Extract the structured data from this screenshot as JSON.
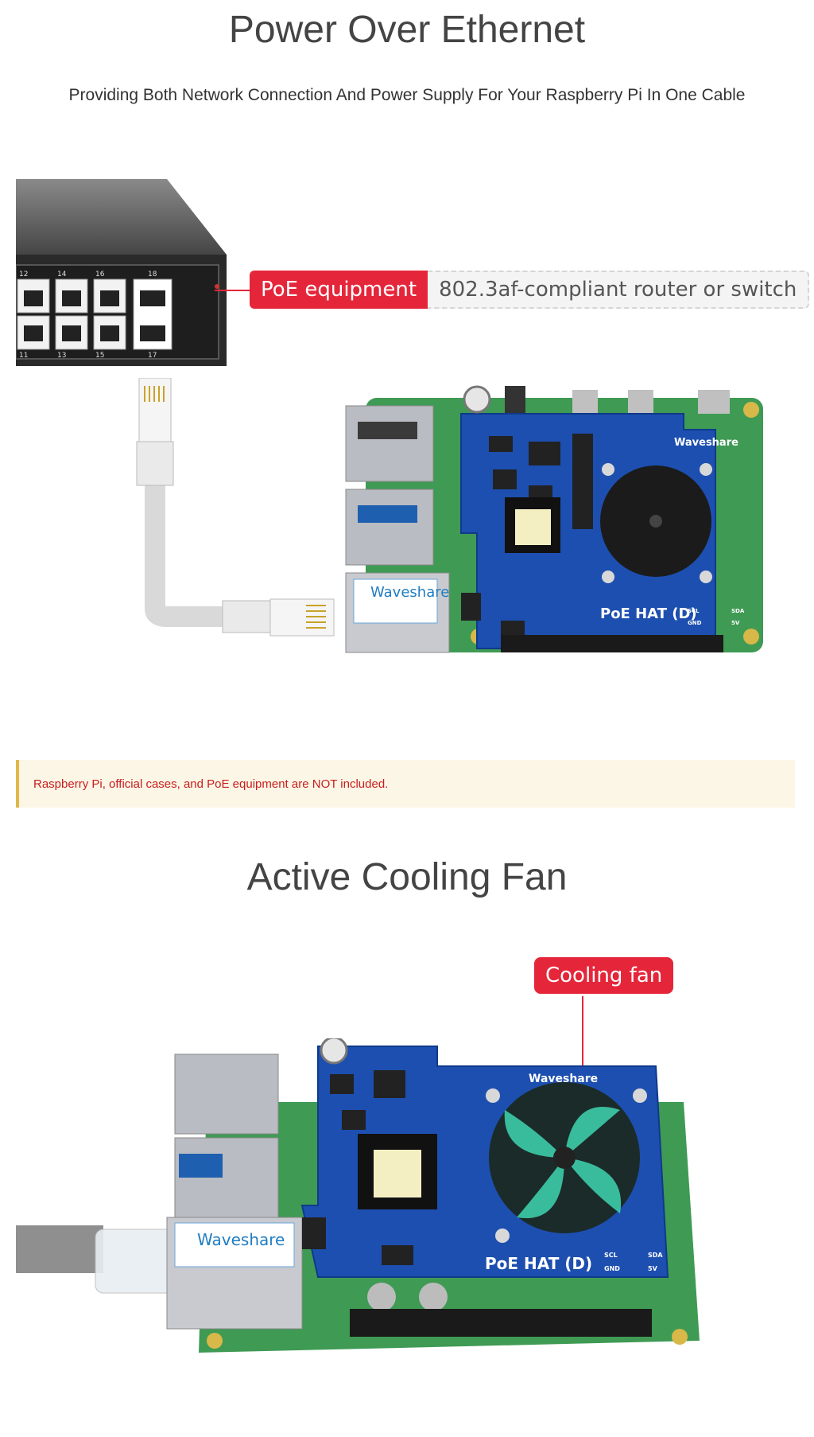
{
  "section1": {
    "title": "Power Over Ethernet",
    "subtitle": "Providing Both Network Connection And Power Supply For Your Raspberry Pi In One Cable"
  },
  "callout_poe": {
    "label": "PoE equipment",
    "description": "802.3af-compliant router or switch"
  },
  "switch_ports": [
    "12",
    "14",
    "16",
    "18",
    "11",
    "13",
    "15",
    "17"
  ],
  "notice": "Raspberry Pi, official cases, and PoE equipment are NOT included.",
  "section2": {
    "title": "Active Cooling Fan"
  },
  "callout_fan": {
    "label": "Cooling fan"
  },
  "board": {
    "name": "PoE HAT (D)",
    "brand": "Waveshare",
    "connector_brand": "Waveshare",
    "pin_labels": [
      "SCL",
      "SDA",
      "GND",
      "5V"
    ]
  },
  "colors": {
    "accent_red": "#e5263a",
    "hat_blue": "#1d4fb0",
    "pcb_green": "#3f9a54",
    "notice_bg": "#fcf6e6",
    "notice_text": "#c81e1e"
  }
}
